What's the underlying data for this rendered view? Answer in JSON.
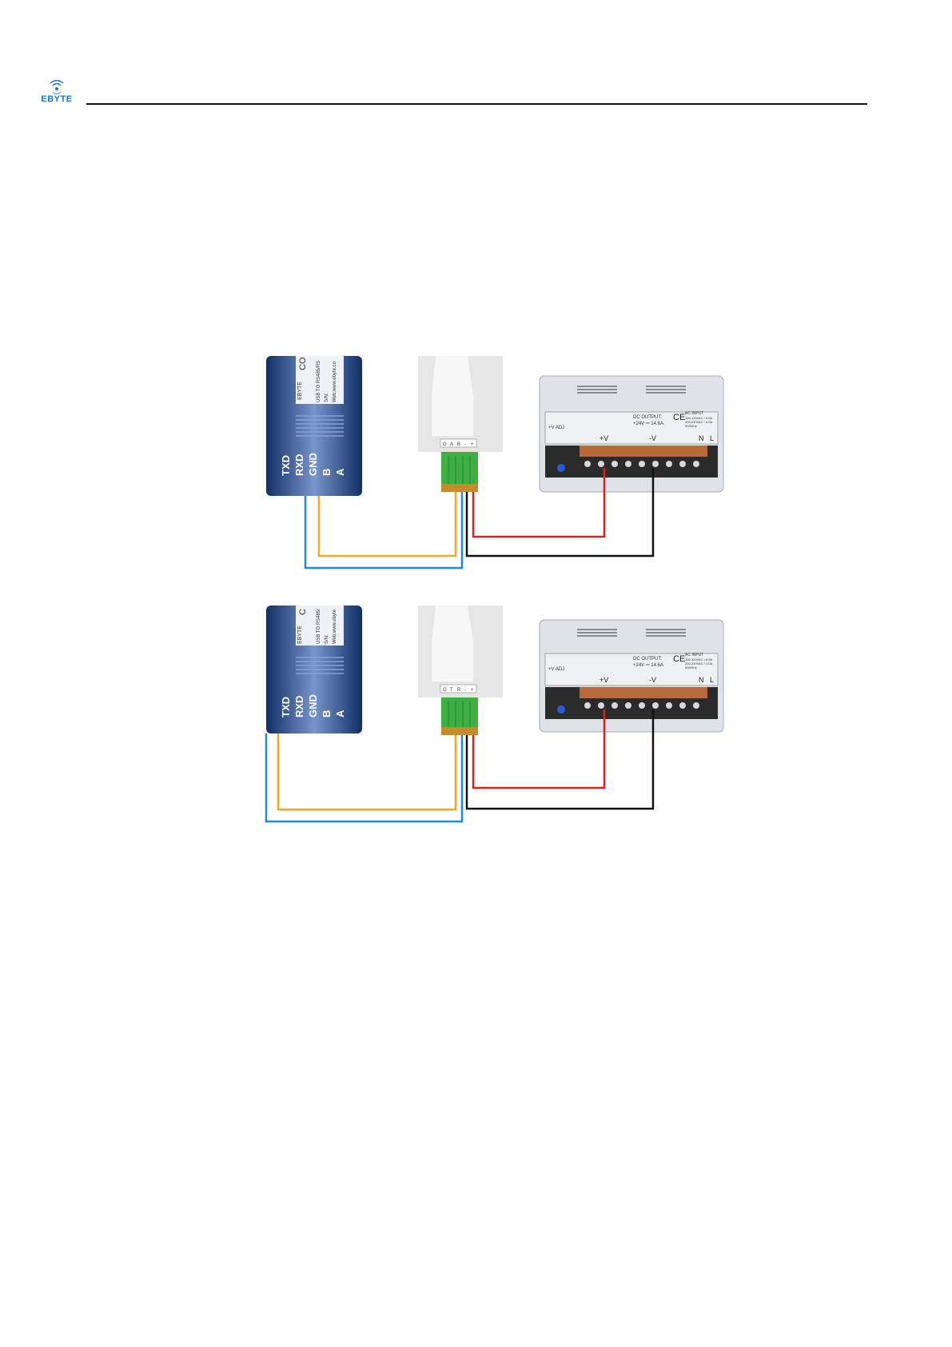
{
  "header": {
    "logo_text": "EBYTE"
  },
  "diagrams": [
    {
      "adapter_label": "USB TO RS485/RS",
      "adapter_lines": [
        "S/N:",
        "Web:www.ebyte.co"
      ],
      "adapter_partial": "CO",
      "pins": [
        "TXD",
        "RXD",
        "GND",
        "B",
        "A"
      ],
      "connector_pins": [
        "G",
        "A",
        "B",
        "-",
        "+"
      ],
      "psu": {
        "v_pos": "+V",
        "v_neg": "-V",
        "n": "N",
        "l": "L",
        "adj": "+V ADJ",
        "dc_output": "DC OUTPUT:",
        "dc_value": "+24V ⎓ 14.6A",
        "ac_input": "AC INPUT",
        "ac_lines": [
          "100-120VAC / 6.5A",
          "200-240VAC / 4.0A",
          "50/60Hz"
        ]
      }
    },
    {
      "adapter_label": "USB TO RS485/",
      "adapter_lines": [
        "S/N:",
        "Web:www.ebyte"
      ],
      "adapter_partial": "C",
      "pins": [
        "TXD",
        "RXD",
        "GND",
        "B",
        "A"
      ],
      "connector_pins": [
        "G",
        "T",
        "R",
        "-",
        "+"
      ],
      "psu": {
        "v_pos": "+V",
        "v_neg": "-V",
        "n": "N",
        "l": "L",
        "adj": "+V ADJ",
        "dc_output": "DC OUTPUT:",
        "dc_value": "+24V ⎓ 14.6A",
        "ac_input": "AC INPUT",
        "ac_lines": [
          "100-120VAC / 6.5A",
          "200-240VAC / 4.0A",
          "50/60Hz"
        ]
      }
    }
  ],
  "colors": {
    "blue_wire": "#1e88e5",
    "yellow_wire": "#f5a623",
    "red_wire": "#e02020",
    "black_wire": "#111111",
    "adapter": "#1f4fa8",
    "connector": "#3cb043"
  }
}
